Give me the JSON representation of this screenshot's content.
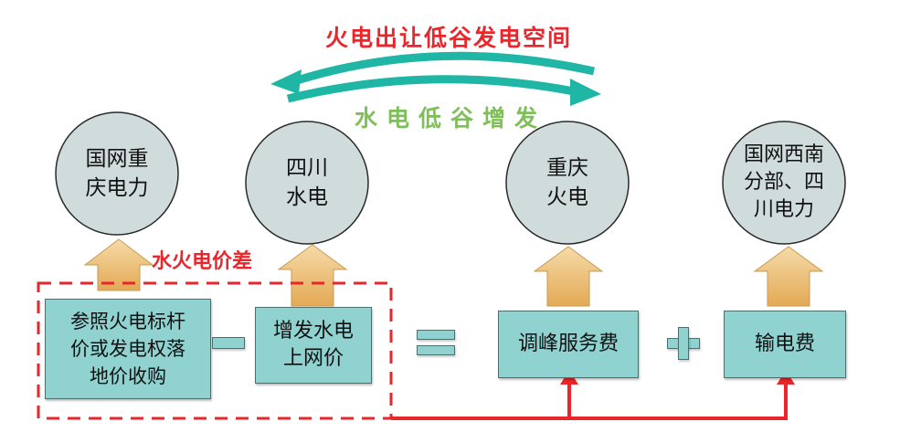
{
  "top_label": "火电出让低谷发电空间",
  "bottom_label": "水电低谷增发",
  "price_diff_label": "水火电价差",
  "circles": [
    {
      "text": "国网重\n庆电力"
    },
    {
      "text": "四川\n水电"
    },
    {
      "text": "重庆\n火电"
    },
    {
      "text": "国网西南\n分部、四\n川电力"
    }
  ],
  "boxes": {
    "benchmark": "参照火电标杆\n价或发电权落\n地价收购",
    "hydro_grid": "增发水电\n上网价",
    "peak_fee": "调峰服务费",
    "transmission_fee": "输电费"
  },
  "colors": {
    "circle_fill": "#d0dcdb",
    "box_fill": "#8fd2d0",
    "teal_arrow": "#1fb6a5",
    "red": "#e8262b",
    "green_label": "#7fbf5a",
    "up_arrow_fill": "#f1c98a"
  }
}
